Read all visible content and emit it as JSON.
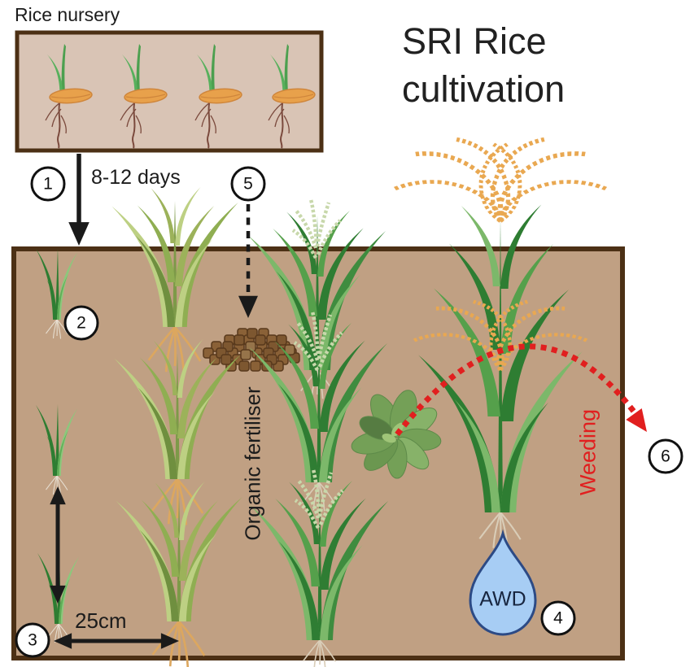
{
  "title": "SRI Rice cultivation",
  "nursery_label": "Rice nursery",
  "annotations": {
    "transplant_time": "8-12 days",
    "plant_spacing": "25cm",
    "organic_fertiliser": "Organic fertiliser",
    "weeding": "Weeding",
    "awd": "AWD"
  },
  "step_numbers": [
    "1",
    "2",
    "3",
    "4",
    "5",
    "6"
  ],
  "colors": {
    "field_soil": "#c0a083",
    "nursery_soil": "#d9c4b5",
    "soil_border": "#4c3015",
    "panicle_gold": "#e9a851",
    "weeding_red": "#e11f1f",
    "water_drop_blue": "#a7cdf4",
    "water_drop_outline": "#2c4a85",
    "seedling_green": "#2e7d32",
    "fertiliser_brown": "#8a6137"
  }
}
